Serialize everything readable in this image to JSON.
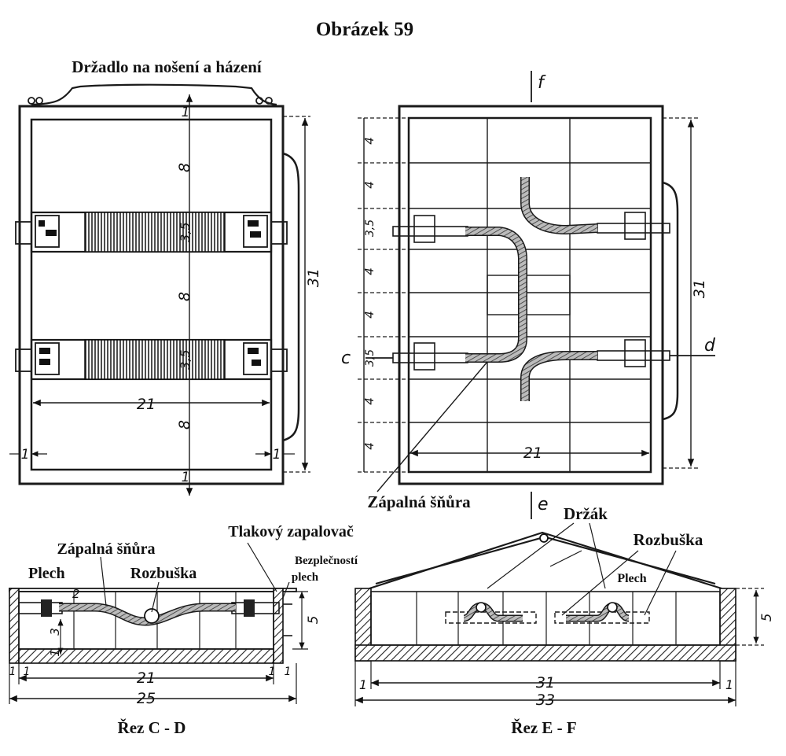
{
  "title": "Obrázek 59",
  "labels": {
    "handle": "Držadlo na nošení a házení",
    "fuse_cord_top": "Zápalná šňůra",
    "fuse_cord_cd": "Zápalná šňůra",
    "pressure_igniter": "Tlakový zapalovač",
    "plate_cd": "Plech",
    "detonator_cd": "Rozbuška",
    "safety_plate_1": "Bezplečností",
    "safety_plate_2": "plech",
    "holder": "Držák",
    "detonator_ef": "Rozbuška",
    "plate_ef": "Plech",
    "section_cd": "Řez C - D",
    "section_ef": "Řez E - F"
  },
  "letters": {
    "c": "c",
    "d": "d",
    "e": "e",
    "f": "f"
  },
  "dims_left": {
    "v1_top": "1",
    "v8_a": "8",
    "v35_a": "3,5",
    "v8_b": "8",
    "v35_b": "3,5",
    "v8_c": "8",
    "v1_bot": "1",
    "h21": "21",
    "h1_l": "1",
    "h1_r": "1",
    "v31": "31"
  },
  "dims_right": {
    "r4_1": "4",
    "r4_2": "4",
    "r35_1": "3,5",
    "r4_3": "4",
    "r4_4": "4",
    "r35_2": "3,5",
    "r4_5": "4",
    "r4_6": "4",
    "v31": "31",
    "h21": "21"
  },
  "dims_cd": {
    "v2": "2",
    "v3": "3",
    "v1": "1",
    "v5": "5",
    "b1a": "1",
    "b1b": "1",
    "b1c": "1",
    "b1d": "1",
    "w21": "21",
    "w25": "25"
  },
  "dims_ef": {
    "v5": "5",
    "b1l": "1",
    "b1r": "1",
    "w31": "31",
    "w33": "33"
  }
}
